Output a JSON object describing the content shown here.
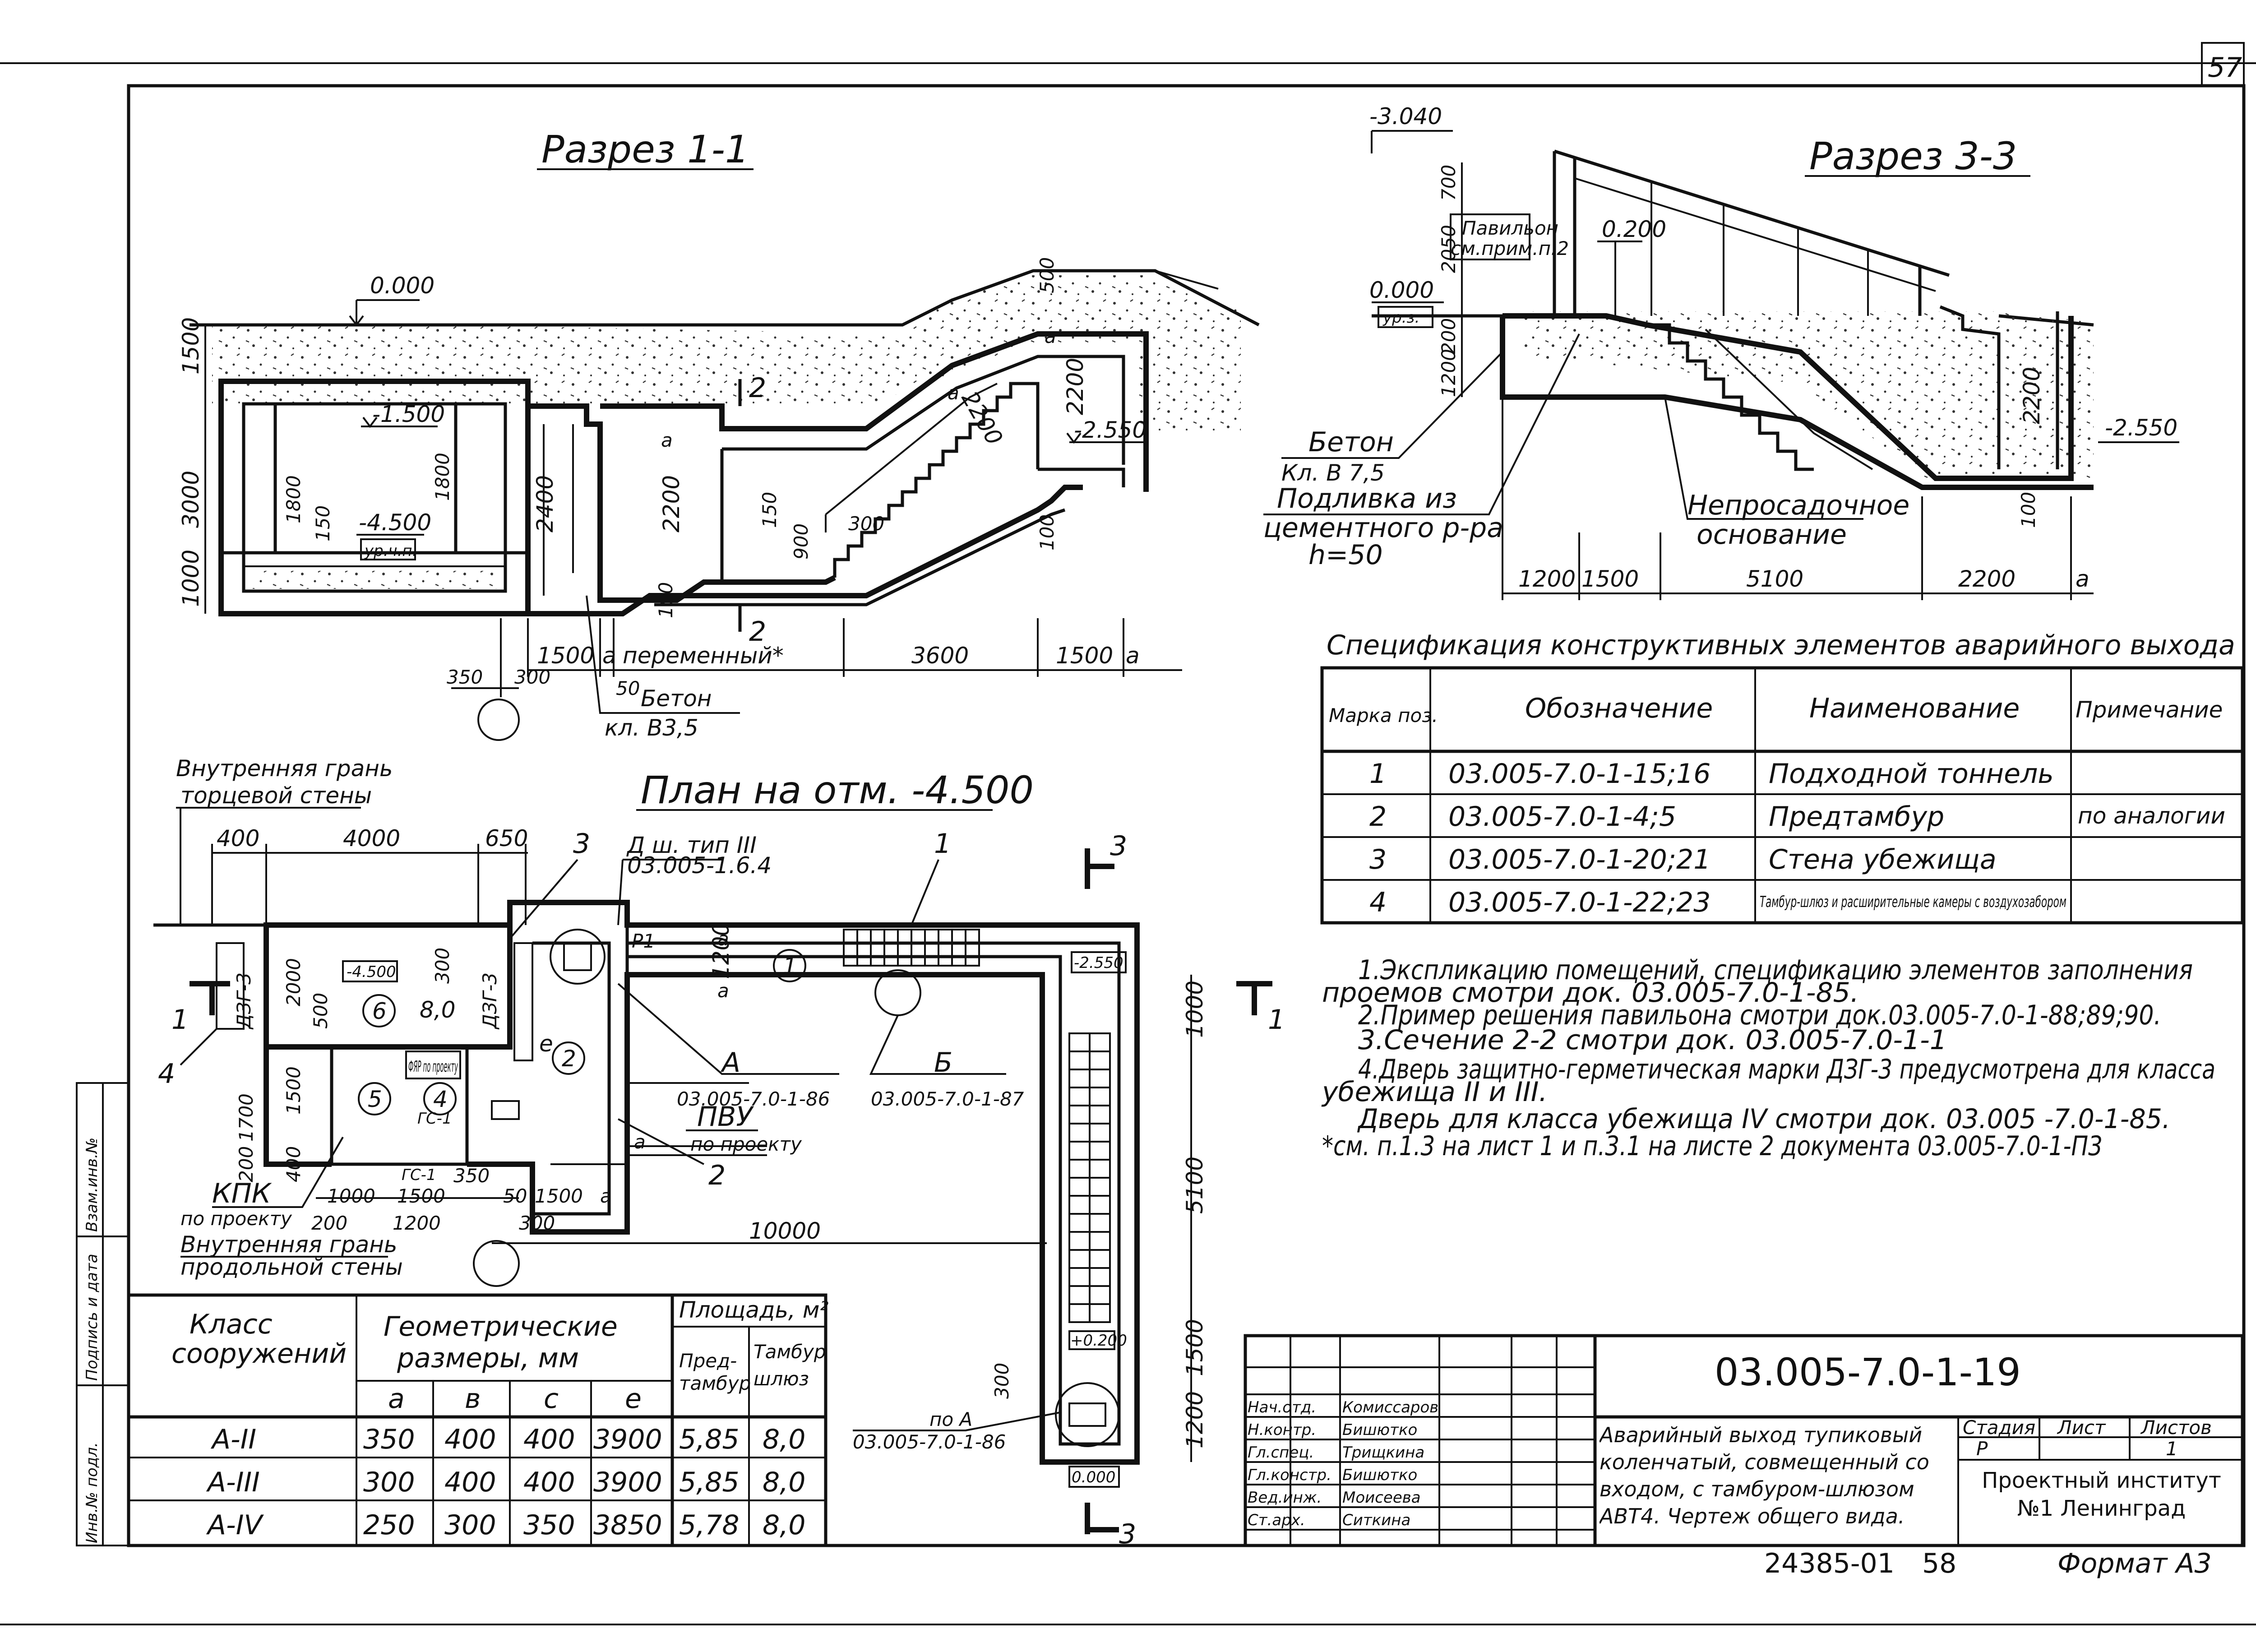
{
  "sheet": {
    "page_number": "57",
    "document_code": "03.005-7.0-1-19",
    "archive_number": "24385-01",
    "archive_page": "58",
    "format": "Формат А3",
    "title": "Аварийный выход тупиковый коленчатый, совмещенный со входом, с тамбуром-шлюзом АВТ4. Чертеж общего вида.",
    "stage_label": "Стадия",
    "sheet_label": "Лист",
    "sheets_label": "Листов",
    "stage": "Р",
    "sheets": "1",
    "organization": "Проектный институт №1 Ленинград"
  },
  "side_stamp": [
    "Инв.№ подл.",
    "Подпись и дата",
    "Взам.инв.№"
  ],
  "signatures": [
    {
      "role": "Нач.отд.",
      "name": "Комиссаров"
    },
    {
      "role": "Н.контр.",
      "name": "Бишютко"
    },
    {
      "role": "Гл.спец.",
      "name": "Трищкина"
    },
    {
      "role": "Гл.констр.",
      "name": "Бишютко"
    },
    {
      "role": "Вед.инж.",
      "name": "Моисеева"
    },
    {
      "role": "Ст.арх.",
      "name": "Ситкина"
    }
  ],
  "section_1_1": {
    "title": "Разрез 1-1",
    "levels": [
      "0.000",
      "-1.500",
      "-4.500",
      "ур.ч.п.",
      "-2.550"
    ],
    "dims_vertical": [
      "1500",
      "3000",
      "1000",
      "1800",
      "150",
      "1800",
      "2400",
      "2200",
      "150",
      "900",
      "2200",
      "100",
      "500",
      "100"
    ],
    "dims_bottom": [
      "1500",
      "а",
      "переменный*",
      "3600",
      "1500",
      "а",
      "350",
      "300",
      "50"
    ],
    "labels": [
      "a",
      "a",
      "a",
      "300",
      "2200"
    ],
    "concrete": [
      "Бетон",
      "кл. В3,5"
    ],
    "section_mark": "2"
  },
  "plan": {
    "title": "План на отм. -4.500",
    "inner_end": [
      "Внутренняя грань",
      "торцевой стены"
    ],
    "inner_long": [
      "Внутренняя грань",
      "продольной стены"
    ],
    "dims_top": [
      "400",
      "4000",
      "650"
    ],
    "dims_bottom": [
      "1000",
      "1500",
      "350",
      "200",
      "1200",
      "300",
      "50",
      "1500",
      "а",
      "300",
      "10000"
    ],
    "dims_left": [
      "1700",
      "1500",
      "200",
      "400"
    ],
    "dims_right": [
      "1000",
      "5100",
      "1500",
      "1200",
      "300"
    ],
    "dims_inner": [
      "1200",
      "a",
      "a",
      "2000",
      "300",
      "500",
      "e",
      "a"
    ],
    "door_label": [
      "Д ш. тип III",
      "03.005-1.6.4"
    ],
    "door_marks": [
      "ДЗГ-3",
      "ДЗГ-3",
      "Р1"
    ],
    "room_levels": [
      "-4.500",
      "8,0",
      "-2.550",
      "+0.200",
      "0.000"
    ],
    "rooms": [
      "1",
      "2",
      "4",
      "5",
      "6"
    ],
    "equipment": [
      "ФЯР по проекту",
      "ГС-1",
      "ГС-1"
    ],
    "callout_a": [
      "А",
      "03.005-7.0-1-86"
    ],
    "callout_b": [
      "Б",
      "03.005-7.0-1-87"
    ],
    "pvu": [
      "ПВУ",
      "по проекту"
    ],
    "kpk": [
      "КПК",
      "по проекту"
    ],
    "po_a": [
      "по А",
      "03.005-7.0-1-86"
    ],
    "leaders": [
      "1",
      "2",
      "3",
      "4"
    ],
    "cut_marks": [
      "1",
      "1",
      "3",
      "3"
    ]
  },
  "section_3_3": {
    "title": "Разрез 3-3",
    "levels": [
      "-3.040",
      "0.200",
      "0.000",
      "ур.з.",
      "-2.550"
    ],
    "pavilion": [
      "Павильон",
      "см.прим.п.2"
    ],
    "dims_vertical": [
      "700",
      "2050",
      "200",
      "1200",
      "2200",
      "100"
    ],
    "dims_bottom": [
      "1200",
      "1500",
      "5100",
      "2200",
      "а"
    ],
    "concrete": [
      "Бетон",
      "Кл. В 7,5"
    ],
    "screed": [
      "Подливка из",
      "цементного р-ра",
      "h=50"
    ],
    "base": [
      "Непросадочное",
      "основание"
    ]
  },
  "spec": {
    "title": "Спецификация конструктивных элементов аварийного выхода",
    "headers": [
      "Марка поз.",
      "Обозначение",
      "Наименование",
      "Примечание"
    ],
    "rows": [
      [
        "1",
        "03.005-7.0-1-15;16",
        "Подходной тоннель",
        ""
      ],
      [
        "2",
        "03.005-7.0-1-4;5",
        "Предтамбур",
        "по аналогии"
      ],
      [
        "3",
        "03.005-7.0-1-20;21",
        "Стена убежища",
        ""
      ],
      [
        "4",
        "03.005-7.0-1-22;23",
        "Тамбур-шлюз и расширительные камеры с воздухозабором",
        ""
      ]
    ]
  },
  "notes": [
    "1.Экспликацию помещений, спецификацию элементов заполнения",
    "проемов смотри док. 03.005-7.0-1-85.",
    "2.Пример решения павильона смотри док.03.005-7.0-1-88;89;90.",
    "3.Сечение 2-2 смотри док. 03.005-7.0-1-1",
    "4.Дверь защитно-герметическая марки ДЗГ-3 предусмотрена для класса",
    "убежища II и III.",
    "Дверь для класса убежища IV смотри док. 03.005 -7.0-1-85.",
    "*см. п.1.3 на лист 1 и п.3.1 на листе 2 документа 03.005-7.0-1-П3"
  ],
  "geom_table": {
    "h_class": [
      "Класс",
      "сооружений"
    ],
    "h_geom": [
      "Геометрические",
      "размеры, мм"
    ],
    "h_area": "Площадь, м²",
    "h_pre": [
      "Пред-",
      "тамбур"
    ],
    "h_tam": [
      "Тамбур",
      "шлюз"
    ],
    "cols": [
      "а",
      "в",
      "с",
      "е"
    ],
    "rows": [
      [
        "А-II",
        "350",
        "400",
        "400",
        "3900",
        "5,85",
        "8,0"
      ],
      [
        "А-III",
        "300",
        "400",
        "400",
        "3900",
        "5,85",
        "8,0"
      ],
      [
        "А-IV",
        "250",
        "300",
        "350",
        "3850",
        "5,78",
        "8,0"
      ]
    ]
  }
}
